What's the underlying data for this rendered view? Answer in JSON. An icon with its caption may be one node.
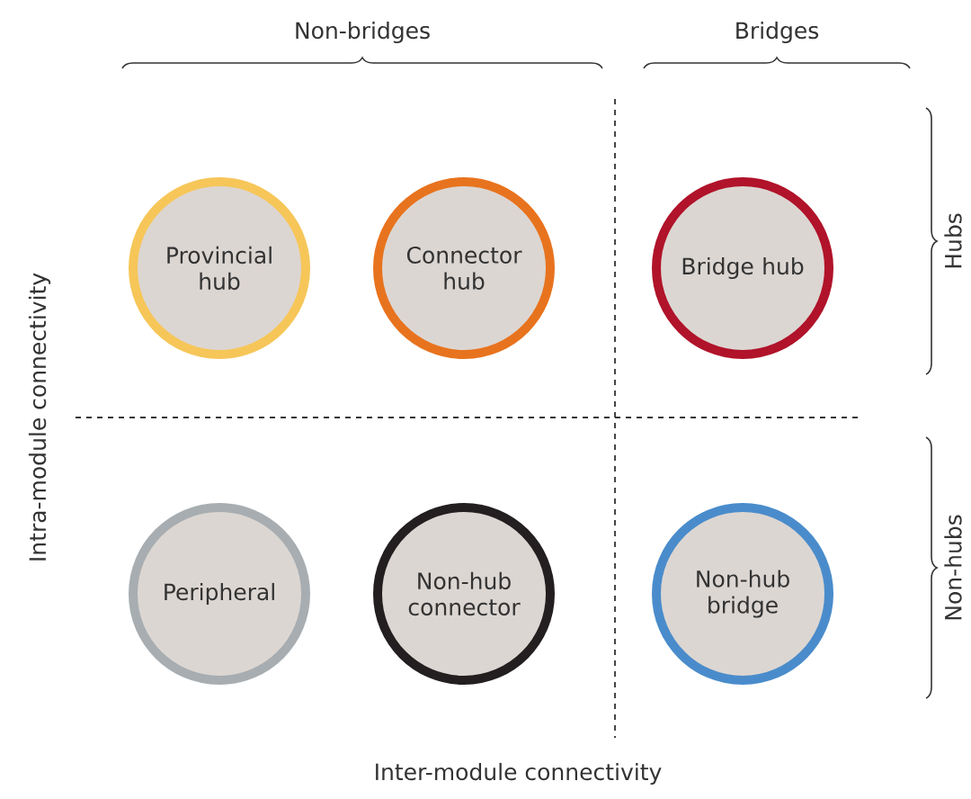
{
  "diagram": {
    "nodes": [
      {
        "text": [
          "Provincial hub"
        ]
      },
      {
        "text": [
          "Connector hub"
        ]
      },
      {
        "text": [
          "Bridge hub"
        ]
      },
      {
        "text": [
          "Peripheral"
        ]
      },
      {
        "text": [
          "Non-hub connector"
        ]
      },
      {
        "text": [
          "Non-hub bridge"
        ]
      }
    ],
    "labels": [
      "Non-bridges",
      "Bridges",
      "Hubs",
      "Non-hubs",
      "Intra-module connectivity",
      "Inter-module connectivity"
    ]
  }
}
